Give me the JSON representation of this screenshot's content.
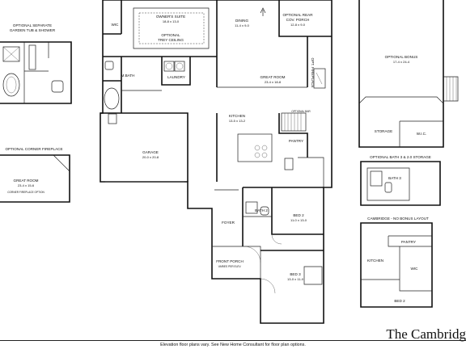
{
  "brand": "The Cambridg",
  "footer": "Elevation floor plans vary. See New Home Consultant for floor plan options.",
  "insets": {
    "garden": {
      "title_l1": "OPTIONAL SEPARATE",
      "title_l2": "GARDEN TUB & SHOWER"
    },
    "fireplace": {
      "title": "OPTIONAL CORNER FIREPLACE",
      "room": "GREAT ROOM",
      "dims": "23-4 x 15-6",
      "note": "CORNER FIREPLACE OPTION"
    },
    "bonus": {
      "title": "OPTIONAL BONUS",
      "dims": "17-4 x 24-4",
      "storage": "STORAGE",
      "wic": "W.I.C."
    },
    "bath3": {
      "title": "OPTIONAL BATH 3 & 2.0 STORAGE",
      "bath": "BATH 3"
    },
    "nobonus": {
      "title": "CAMBRIDGE - NO BONUS LAYOUT",
      "pantry": "PANTRY",
      "kitchen": "KITCHEN",
      "wic": "WIC",
      "bed": "BED 2"
    }
  },
  "rooms": {
    "wic": "WIC",
    "owners_suite": {
      "name": "OWNER'S SUITE",
      "dims": "18-8 x 13-0",
      "opt_l1": "OPTIONAL",
      "opt_l2": "TREY CEILING"
    },
    "dining": {
      "name": "DINING",
      "dims": "11-4 x 9-0"
    },
    "rear_porch": {
      "name_l1": "OPTIONAL REAR",
      "name_l2": "COV. PORCH",
      "dims": "12-8 x 9-0"
    },
    "m_bath": "M.BATH",
    "laundry": "LAUNDRY",
    "great_room": {
      "name": "GREAT ROOM",
      "dims": "23-4 x 18-8"
    },
    "opt_fireplace": "OPT. FIREPLACE",
    "kitchen": {
      "name": "KITCHEN",
      "dims": "13-5 x 13-2"
    },
    "opt_bar": "OPTIONAL BAR",
    "pantry": "PANTRY",
    "garage": {
      "name": "GARAGE",
      "dims": "20-0 x 20-8"
    },
    "bath2": "BATH 2",
    "bed2": {
      "name": "BED 2",
      "dims": "11-0 x 13-0"
    },
    "foyer": "FOYER",
    "front_porch": {
      "name": "FRONT PORCH",
      "note": "VARIES PER ELEV."
    },
    "bed3": {
      "name": "BED 3",
      "dims": "13-0 x 11-0"
    }
  }
}
